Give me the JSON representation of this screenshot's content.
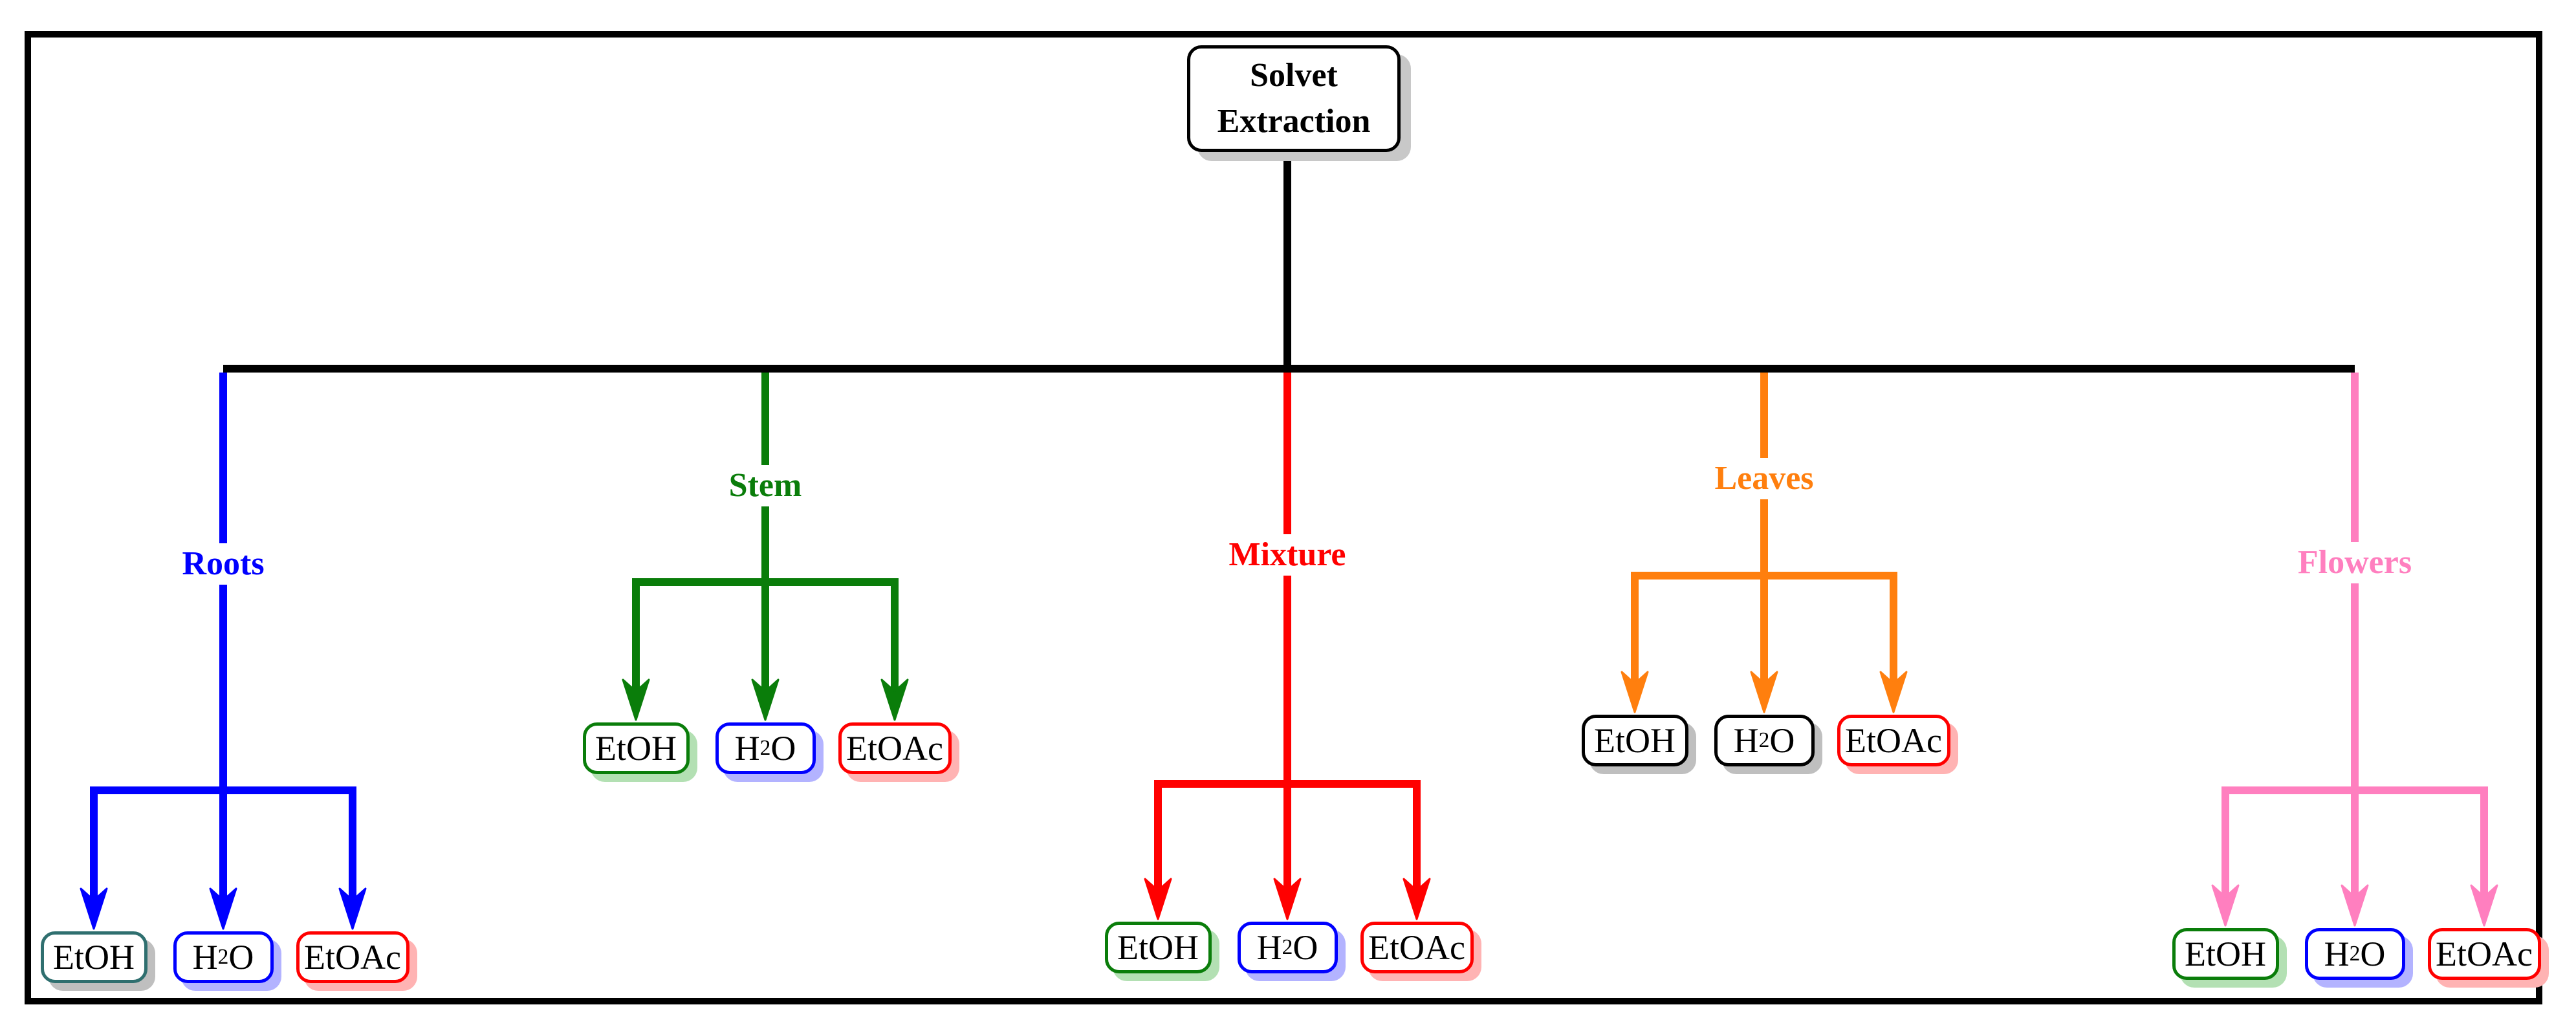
{
  "root": {
    "line1": "Solvet",
    "line2": "Extraction"
  },
  "colors": {
    "trunk": "#000000",
    "roots": "#0000ff",
    "stem": "#0a7d0a",
    "mixture": "#ff0000",
    "leaves": "#ff7f0e",
    "flowers": "#ff7fbf"
  },
  "branches": [
    {
      "label": "Roots",
      "color": "#0000ff",
      "solvents": [
        {
          "text": "EtOH",
          "border": "#2f6f6f",
          "shadow": "#bfbfbf"
        },
        {
          "text": "H",
          "sub": "2",
          "tail": "O",
          "border": "#0000ff",
          "shadow": "#b3b3ff"
        },
        {
          "text": "EtOAc",
          "border": "#ff0000",
          "shadow": "#ffb3b3"
        }
      ]
    },
    {
      "label": "Stem",
      "color": "#0a7d0a",
      "solvents": [
        {
          "text": "EtOH",
          "border": "#0a7d0a",
          "shadow": "#b3e0b3"
        },
        {
          "text": "H",
          "sub": "2",
          "tail": "O",
          "border": "#0000ff",
          "shadow": "#b3b3ff"
        },
        {
          "text": "EtOAc",
          "border": "#ff0000",
          "shadow": "#ffb3b3"
        }
      ]
    },
    {
      "label": "Mixture",
      "color": "#ff0000",
      "solvents": [
        {
          "text": "EtOH",
          "border": "#0a7d0a",
          "shadow": "#b3e0b3"
        },
        {
          "text": "H",
          "sub": "2",
          "tail": "O",
          "border": "#0000ff",
          "shadow": "#b3b3ff"
        },
        {
          "text": "EtOAc",
          "border": "#ff0000",
          "shadow": "#ffb3b3"
        }
      ]
    },
    {
      "label": "Leaves",
      "color": "#ff7f0e",
      "solvents": [
        {
          "text": "EtOH",
          "border": "#000000",
          "shadow": "#bfbfbf"
        },
        {
          "text": "H",
          "sub": "2",
          "tail": "O",
          "border": "#000000",
          "shadow": "#bfbfbf"
        },
        {
          "text": "EtOAc",
          "border": "#ff0000",
          "shadow": "#ffb3b3"
        }
      ]
    },
    {
      "label": "Flowers",
      "color": "#ff7fbf",
      "solvents": [
        {
          "text": "EtOH",
          "border": "#0a7d0a",
          "shadow": "#b3e0b3"
        },
        {
          "text": "H",
          "sub": "2",
          "tail": "O",
          "border": "#0000ff",
          "shadow": "#b3b3ff"
        },
        {
          "text": "EtOAc",
          "border": "#ff0000",
          "shadow": "#ffb3b3"
        }
      ]
    }
  ]
}
